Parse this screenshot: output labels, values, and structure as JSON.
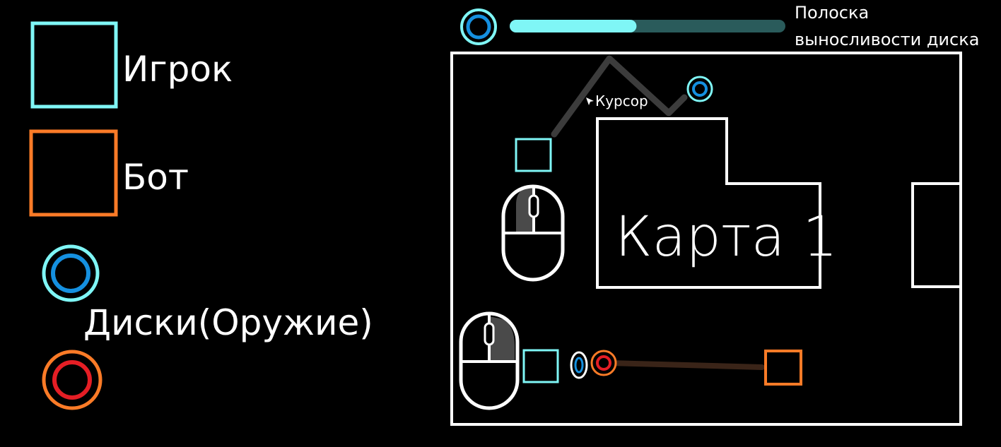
{
  "legend": {
    "player_label": "Игрок",
    "bot_label": "Бот",
    "discs_label": "Диски(Оружие)"
  },
  "hud": {
    "stamina_caption_line1": "Полоска",
    "stamina_caption_line2": "выносливости диска",
    "stamina_fraction": 0.46
  },
  "map": {
    "title": "Карта 1",
    "cursor_label": "Курсор"
  },
  "colors": {
    "background": "#000000",
    "player": "#7ff6f6",
    "bot": "#fb7b27",
    "disc_player_inner": "#1590e0",
    "disc_bot_inner": "#e51e25",
    "stamina_fill": "#7ff6f6",
    "stamina_track": "#2a5b5b",
    "walls": "#ffffff",
    "mouse_highlight": "#4a4a4a"
  },
  "icons": {
    "mouse": "mouse-icon",
    "cursor": "cursor-arrow-icon",
    "disc": "disc-icon"
  }
}
